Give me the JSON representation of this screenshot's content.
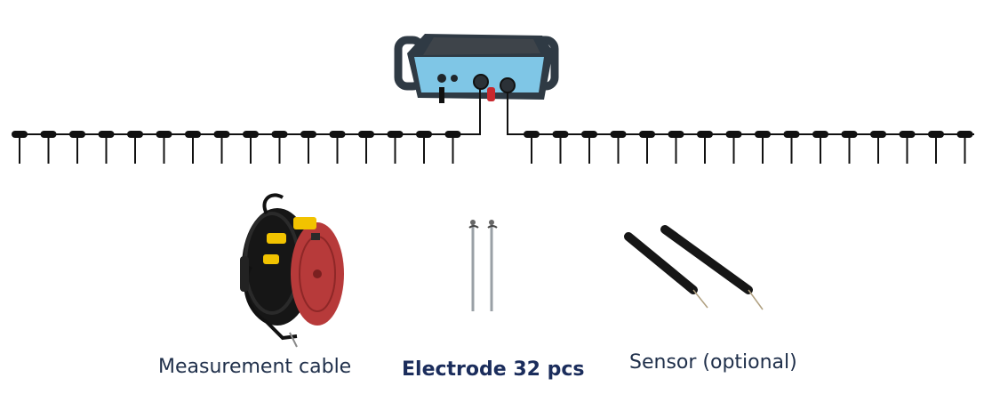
{
  "captions": {
    "cable": "Measurement cable",
    "electrode": "Electrode 32 pcs",
    "sensor": "Sensor (optional)"
  },
  "electrode_array": {
    "left_count": 16,
    "right_count": 16
  },
  "colors": {
    "line": "#111111",
    "device_body": "#2f3a44",
    "device_panel": "#7fc6e6",
    "device_screen": "#3e444a",
    "connector_red": "#c8292f",
    "reel_red": "#b73a3a",
    "reel_yellow": "#f2c300",
    "electrode_steel": "#9aa0a6",
    "sensor_black": "#161616",
    "caption_text": "#1f2f4a",
    "caption_bold": "#1b2d5c"
  },
  "icons": {
    "device": "resistivity-meter-icon",
    "reel": "cable-reel-icon",
    "electrode": "electrode-stake-icon",
    "sensor": "sensor-probe-icon"
  }
}
